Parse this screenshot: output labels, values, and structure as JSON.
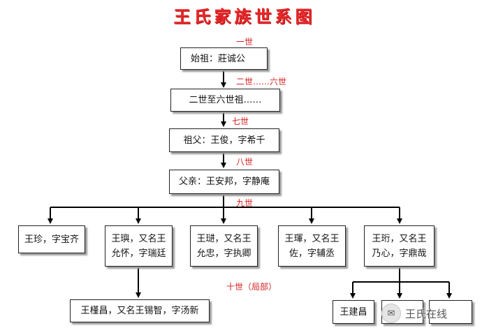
{
  "title": "王氏家族世系图",
  "generations": {
    "g1": "一世",
    "g2_6": "二世……六世",
    "g7": "七世",
    "g8": "八世",
    "g9": "九世",
    "g10": "十世（局部）"
  },
  "nodes": {
    "founder": "始祖：莊诚公",
    "ancestors_2_6": "二世至六世祖……",
    "grandfather": "祖父：王俊，字希千",
    "father": "父亲：王安邦，字静庵",
    "son1": "王珍，字宝齐",
    "son2_line1": "王璵，又名王",
    "son2_line2": "允怀，字瑞廷",
    "son3_line1": "王琎，又名王",
    "son3_line2": "允忠，字执卿",
    "son4_line1": "王琿，又名王",
    "son4_line2": "佐，字辅丞",
    "son5_line1": "王珩，又名王",
    "son5_line2": "乃心，字鼎哉",
    "grandson_a": "王槿昌，又名王锡智，字汤新",
    "grandson_b": "王建昌",
    "grandson_c": "",
    "grandson_d": ""
  },
  "watermark": {
    "text": "王氏在线"
  }
}
